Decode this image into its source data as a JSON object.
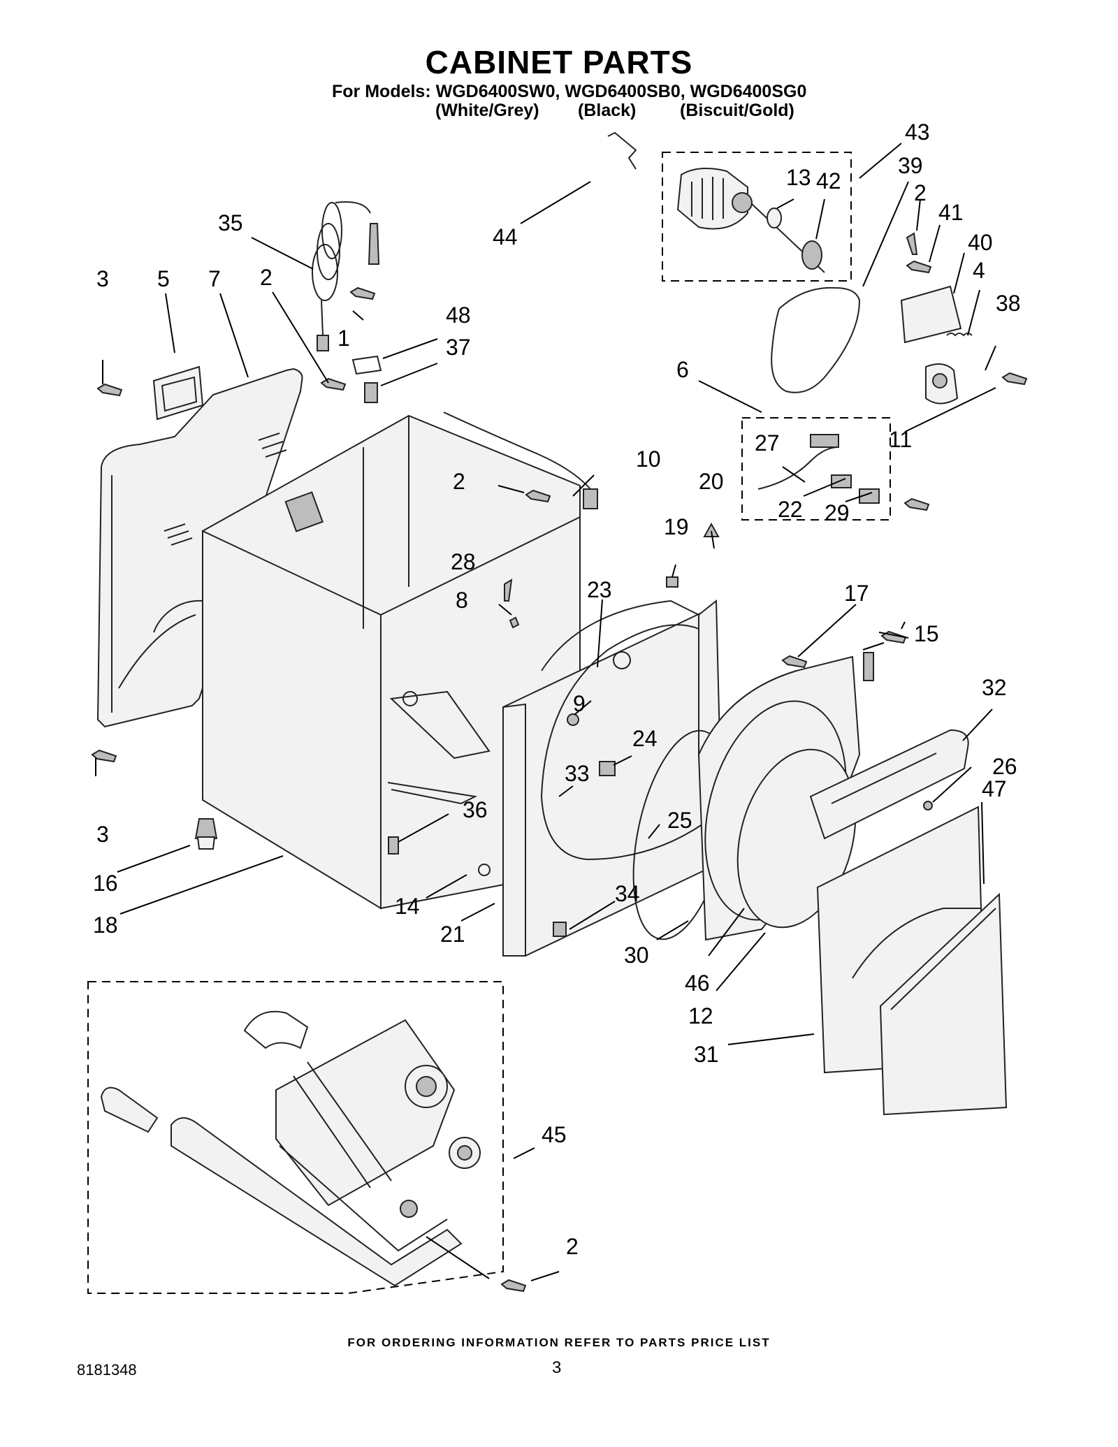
{
  "header": {
    "title": "CABINET PARTS",
    "models_line": "For Models: WGD6400SW0, WGD6400SB0, WGD6400SG0",
    "colors": [
      "(White/Grey)",
      "(Black)",
      "(Biscuit/Gold)"
    ]
  },
  "callouts": [
    {
      "label": "1"
    },
    {
      "label": "2"
    },
    {
      "label": "2"
    },
    {
      "label": "2"
    },
    {
      "label": "2"
    },
    {
      "label": "3"
    },
    {
      "label": "3"
    },
    {
      "label": "4"
    },
    {
      "label": "5"
    },
    {
      "label": "6"
    },
    {
      "label": "7"
    },
    {
      "label": "8"
    },
    {
      "label": "9"
    },
    {
      "label": "10"
    },
    {
      "label": "11"
    },
    {
      "label": "12"
    },
    {
      "label": "13"
    },
    {
      "label": "14"
    },
    {
      "label": "15"
    },
    {
      "label": "16"
    },
    {
      "label": "17"
    },
    {
      "label": "18"
    },
    {
      "label": "19"
    },
    {
      "label": "20"
    },
    {
      "label": "21"
    },
    {
      "label": "22"
    },
    {
      "label": "23"
    },
    {
      "label": "24"
    },
    {
      "label": "25"
    },
    {
      "label": "26"
    },
    {
      "label": "27"
    },
    {
      "label": "28"
    },
    {
      "label": "29"
    },
    {
      "label": "30"
    },
    {
      "label": "31"
    },
    {
      "label": "32"
    },
    {
      "label": "33"
    },
    {
      "label": "34"
    },
    {
      "label": "35"
    },
    {
      "label": "36"
    },
    {
      "label": "37"
    },
    {
      "label": "38"
    },
    {
      "label": "39"
    },
    {
      "label": "40"
    },
    {
      "label": "41"
    },
    {
      "label": "42"
    },
    {
      "label": "43"
    },
    {
      "label": "44"
    },
    {
      "label": "45"
    },
    {
      "label": "46"
    },
    {
      "label": "47"
    },
    {
      "label": "48"
    }
  ],
  "footer": {
    "note": "FOR ORDERING INFORMATION REFER TO PARTS PRICE LIST",
    "doc_number": "8181348",
    "page_number": "3"
  }
}
